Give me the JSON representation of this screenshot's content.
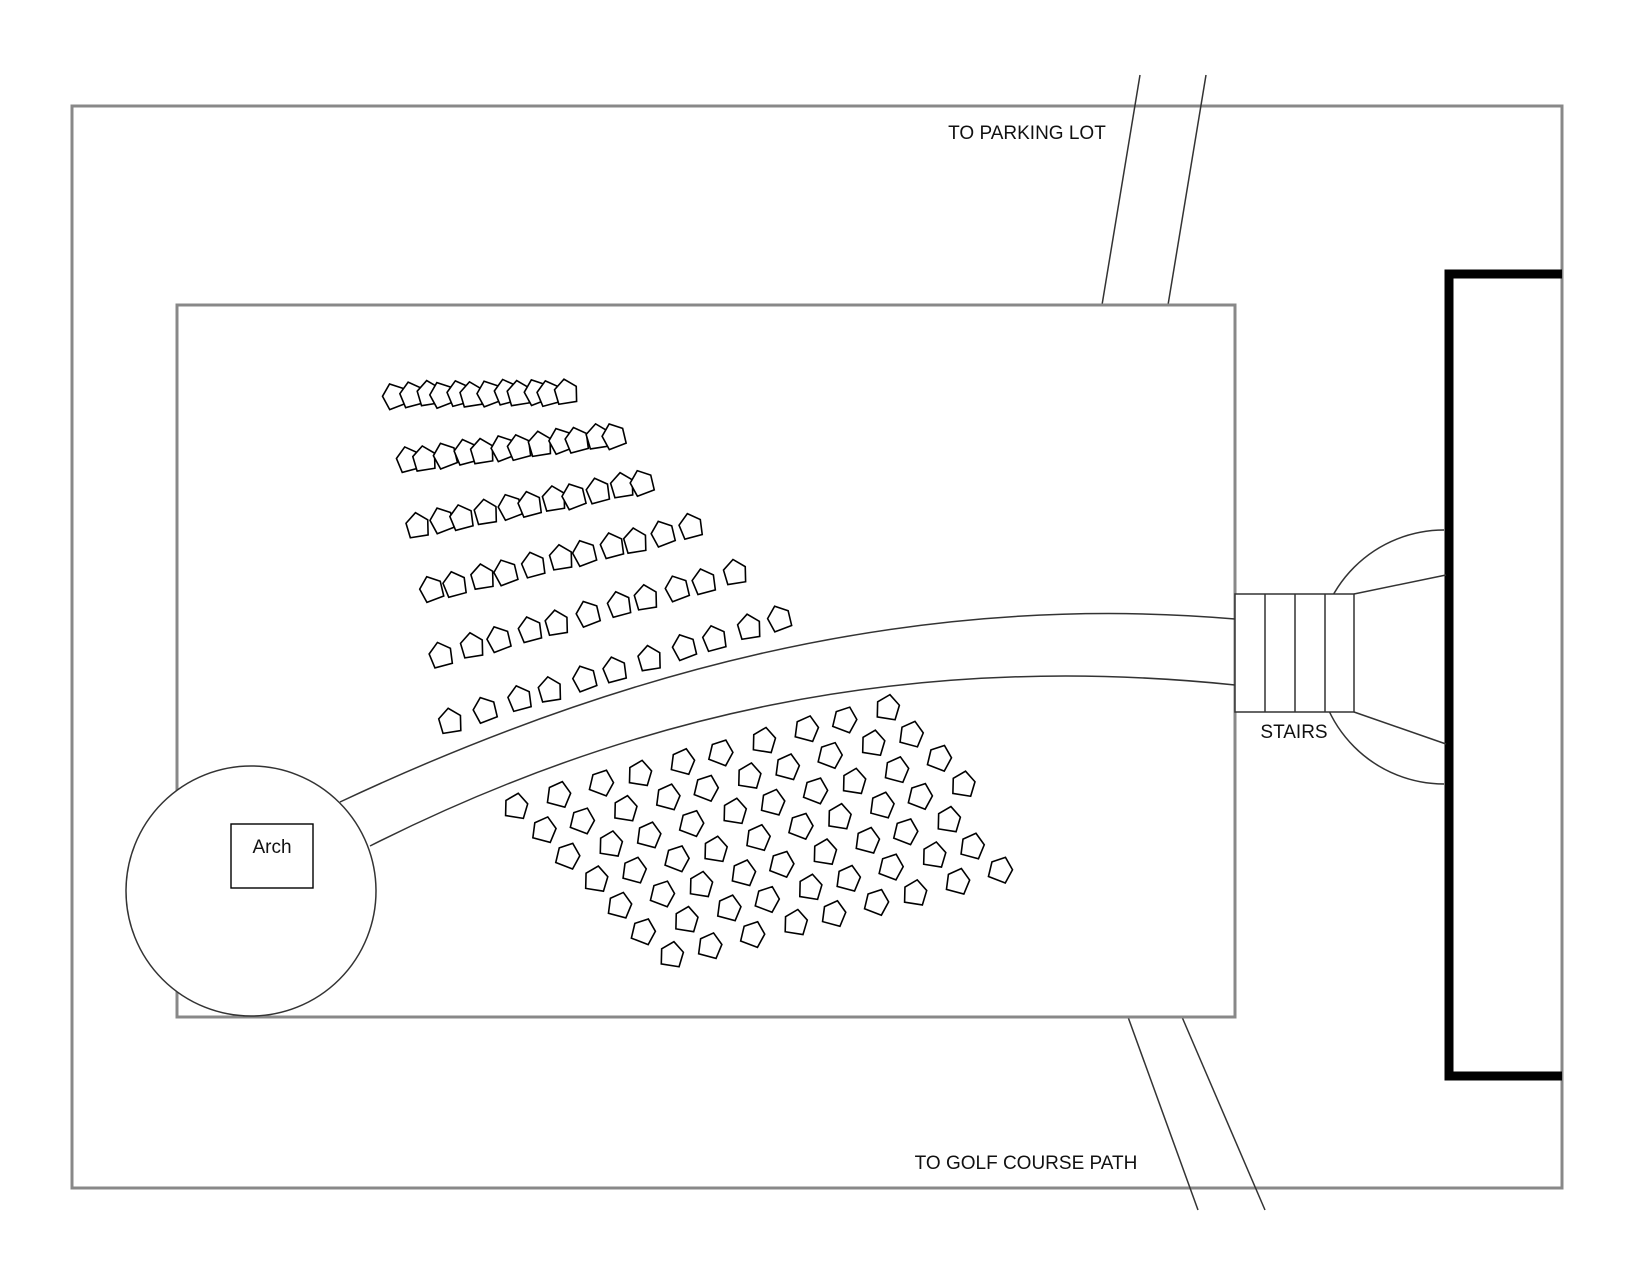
{
  "labels": {
    "parking": "TO PARKING LOT",
    "golf": "TO GOLF COURSE PATH",
    "stairs": "STAIRS",
    "arch": "Arch"
  },
  "seating": {
    "left_section_count": 68,
    "right_section_count": 67
  },
  "colors": {
    "outline": "#888888",
    "line": "#333333",
    "building": "#000000"
  }
}
